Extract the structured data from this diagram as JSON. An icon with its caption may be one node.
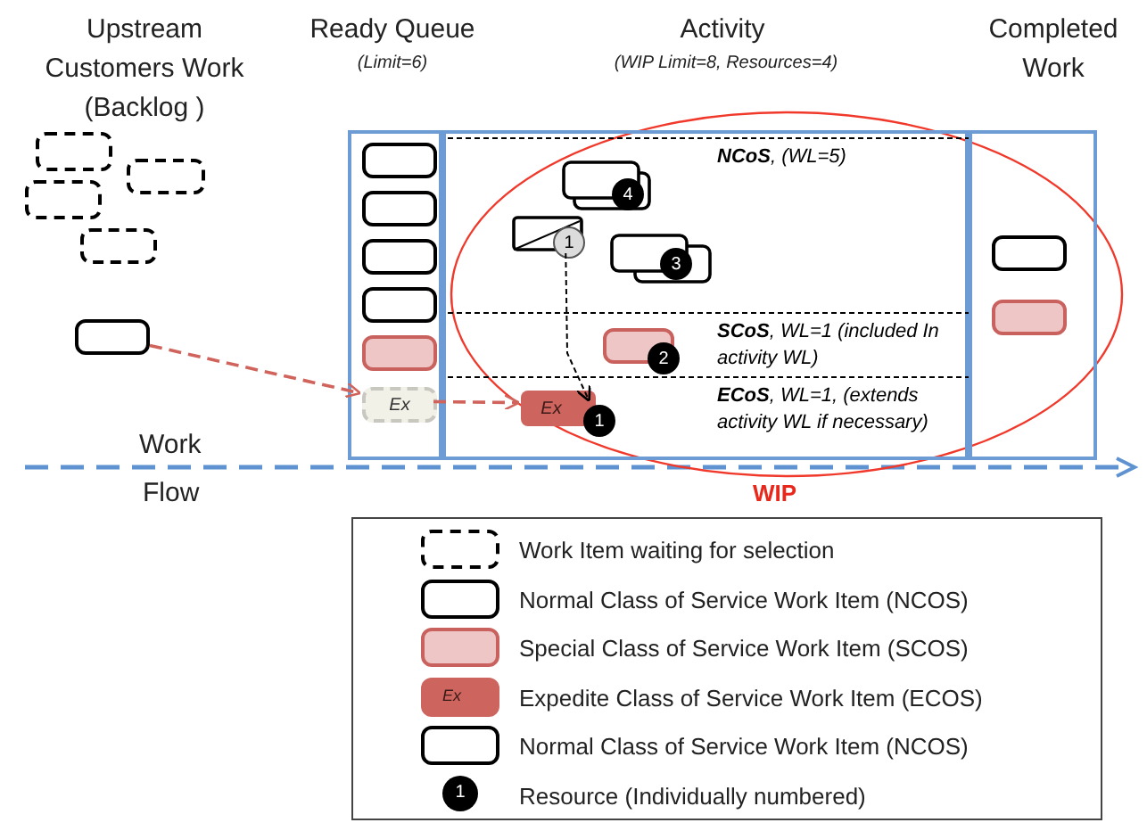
{
  "diagram": {
    "nodes": [
      {
        "text": [],
        "shape": "box"
      },
      {
        "text": [],
        "shape": "box"
      },
      {
        "text": [],
        "shape": "box"
      },
      {
        "text": [],
        "shape": "box"
      },
      {
        "text": [],
        "shape": "box"
      },
      {
        "text": [],
        "shape": "box"
      },
      {
        "text": [],
        "shape": "box",
        "in": 5
      },
      {
        "text": [],
        "shape": "box",
        "in": 5
      },
      {
        "text": [],
        "shape": "box",
        "in": 5
      },
      {
        "text": [],
        "shape": "box",
        "in": 5
      },
      {
        "text": [],
        "shape": "box",
        "in": 5
      },
      {
        "text": [
          "Ex"
        ],
        "in": 5
      },
      {
        "text": [],
        "shape": "box"
      },
      {
        "text": [
          "**NCoS**, (WL=5)"
        ],
        "in": 12
      },
      {
        "text": [],
        "shape": "box",
        "in": 13
      },
      {
        "text": [
          "4"
        ],
        "in": 14
      },
      {
        "text": [],
        "shape": "box",
        "in": 13
      },
      {
        "text": [
          "1"
        ],
        "in": 13
      },
      {
        "text": [],
        "shape": "box",
        "in": 13
      },
      {
        "text": [
          "3"
        ],
        "in": 18
      },
      {
        "text": [
          "**SCoS**, WL=1 (included In activity WL)"
        ],
        "in": 12
      },
      {
        "text": [],
        "shape": "box",
        "in": 20
      },
      {
        "text": [
          "2"
        ],
        "in": 20
      },
      {
        "text": [
          "**ECoS**, WL=1, (extends activity WL if necessary)"
        ],
        "in": 12
      },
      {
        "text": [
          "Ex"
        ],
        "in": 23
      },
      {
        "text": [
          "1"
        ],
        "in": 23
      },
      {
        "text": [],
        "shape": "box"
      },
      {
        "text": [],
        "shape": "box",
        "in": 26
      },
      {
        "text": [],
        "shape": "box",
        "in": 26
      }
    ],
    "edges": [
      {
        "from": 4,
        "to": 11,
        "arrow": "to",
        "style": "dashed"
      },
      {
        "from": 11,
        "to": 24,
        "arrow": "to",
        "style": "dashed"
      },
      {
        "from": 17,
        "to": 25,
        "arrow": "to",
        "style": "dashed",
        "color": "#000000"
      }
    ],
    "labels": [
      "Upstream Customers Work (Backlog )",
      "Ready Queue",
      "(Limit=6)",
      "Activity",
      "(WIP Limit=8, Resources=4)",
      "Completed Work",
      "Work",
      "Flow",
      "Ex",
      "1",
      "WIP"
    ],
    "legend": [
      {
        "text": "Work Item waiting for selection"
      },
      {
        "text": "Normal Class of Service Work Item (NCOS)"
      },
      {
        "text": "Special Class of Service Work Item (SCOS)",
        "color": "#eec6c6"
      },
      {
        "text": "Expedite Class of Service Work Item (ECOS)",
        "color": "#cd645e"
      },
      {
        "text": "Normal Class of Service Work Item (NCOS)"
      },
      {
        "text": "Resource (Individually numbered)"
      }
    ]
  }
}
